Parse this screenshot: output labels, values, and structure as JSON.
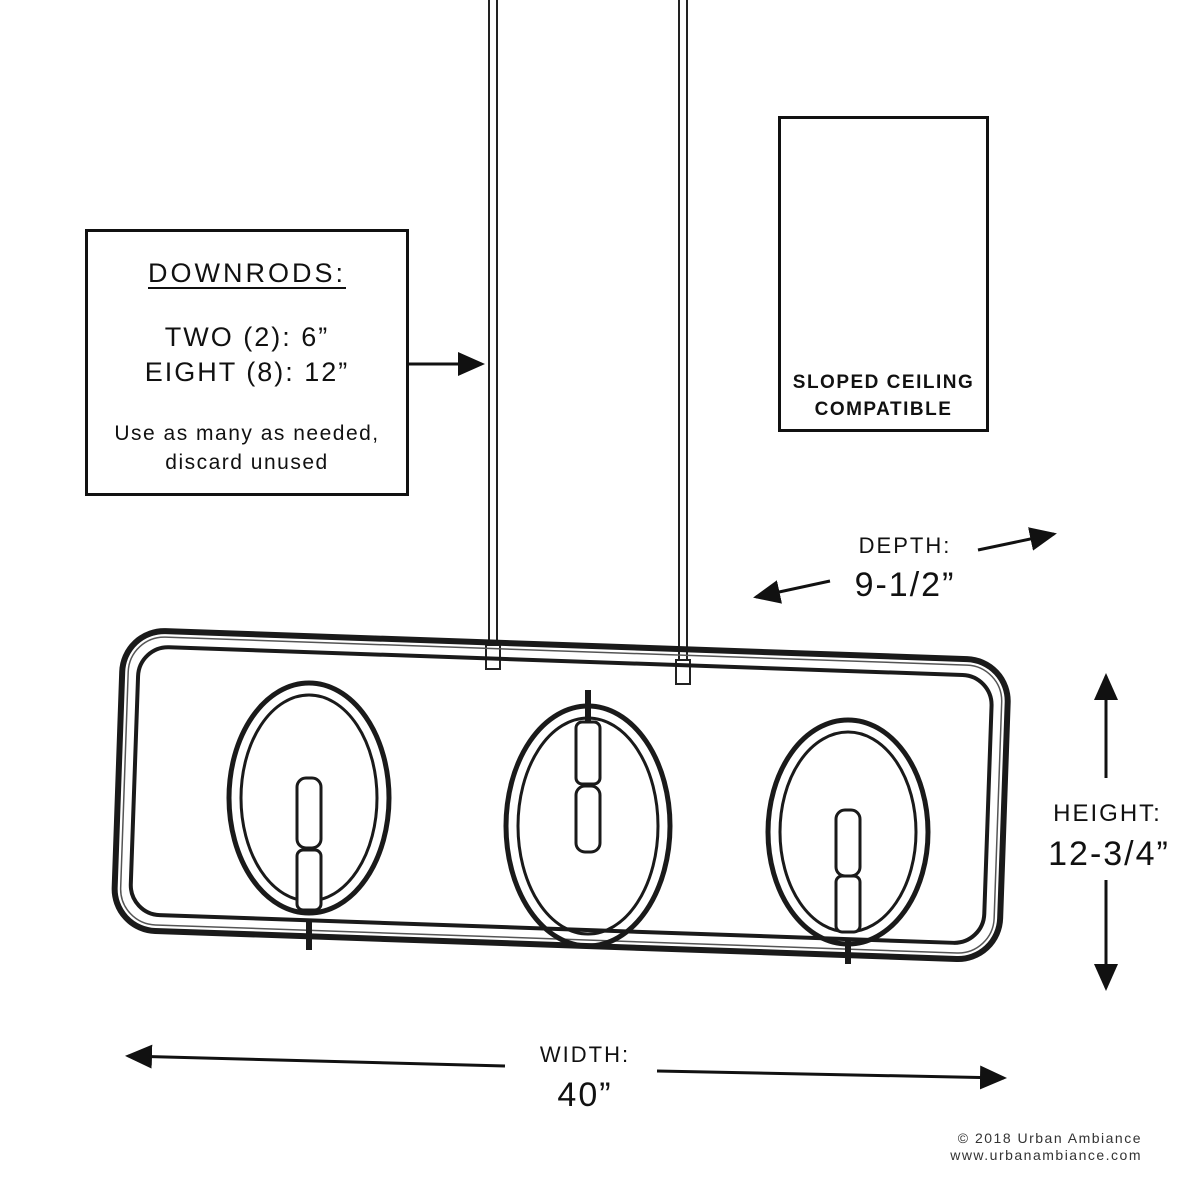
{
  "downrods": {
    "title": "DOWNRODS:",
    "line1": "TWO (2): 6”",
    "line2": "EIGHT (8): 12”",
    "note1": "Use as many as needed,",
    "note2": "discard unused"
  },
  "sloped": {
    "line1": "SLOPED CEILING",
    "line2": "COMPATIBLE"
  },
  "depth": {
    "label": "DEPTH:",
    "value": "9-1/2”"
  },
  "height": {
    "label": "HEIGHT:",
    "value": "12-3/4”"
  },
  "width": {
    "label": "WIDTH:",
    "value": "40”"
  },
  "copyright": {
    "line1": "© 2018 Urban Ambiance",
    "line2": "www.urbanambiance.com"
  },
  "colors": {
    "ink": "#111111",
    "background": "#ffffff"
  }
}
